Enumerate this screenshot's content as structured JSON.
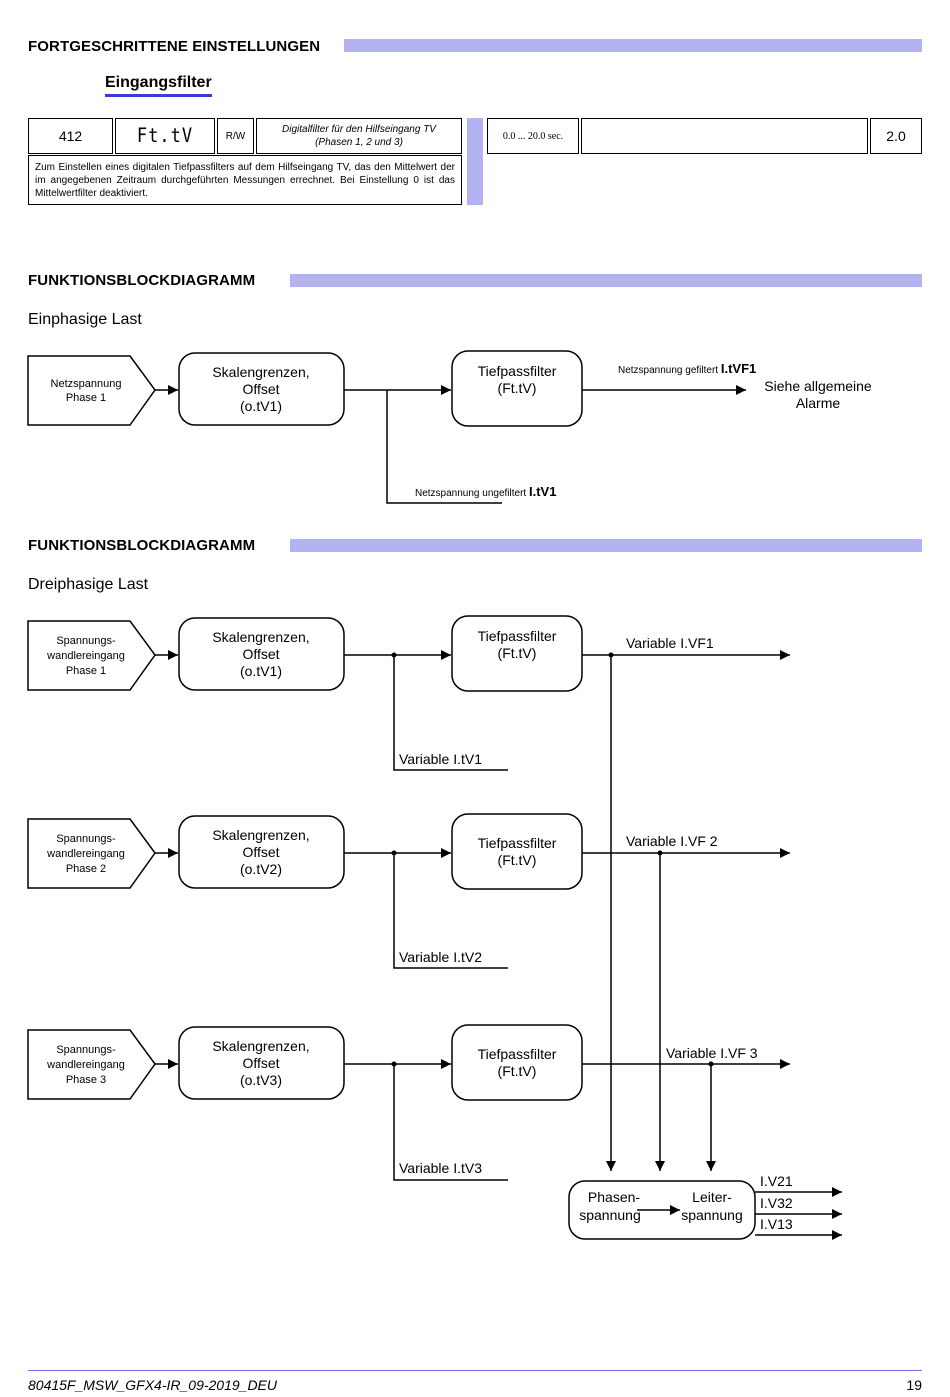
{
  "section1": {
    "title": "FORTGESCHRITTENE EINSTELLUNGEN",
    "subtitle": "Eingangsfilter"
  },
  "param": {
    "number": "412",
    "code": "Ft.tV",
    "access": "R/W",
    "desc_line1": "Digitalfilter für den Hilfseingang TV",
    "desc_line2": "(Phasen 1, 2 und 3)",
    "range": "0.0 ... 20.0 sec.",
    "unit": "",
    "default": "2.0",
    "description": "Zum Einstellen eines digitalen Tiefpassfilters auf dem Hilfseingang TV, das den Mittelwert der im angegebenen Zeitraum durchgeführten Messungen errechnet. Bei Einstellung 0 ist das Mittelwertfilter deaktiviert."
  },
  "diagram1": {
    "title": "FUNKTIONSBLOCKDIAGRAMM",
    "subtitle": "Einphasige Last",
    "input_l1": "Netzspannung",
    "input_l2": "Phase 1",
    "scale_l1": "Skalengrenzen,",
    "scale_l2": "Offset",
    "scale_l3": "(o.tV1)",
    "filter_l1": "Tiefpassfilter",
    "filter_l2": "(Ft.tV)",
    "filtered_prefix": "Netzspannung gefiltert ",
    "filtered_var": "I.tVF1",
    "alarm_l1": "Siehe allgemeine",
    "alarm_l2": "Alarme",
    "unfiltered_prefix": "Netzspannung ungefiltert ",
    "unfiltered_var": "I.tV1"
  },
  "diagram2": {
    "title": "FUNKTIONSBLOCKDIAGRAMM",
    "subtitle": "Dreiphasige Last",
    "input_l1": "Spannungs-",
    "input_l2": "wandlereingang",
    "phase1": "Phase 1",
    "phase2": "Phase 2",
    "phase3": "Phase 3",
    "scale_l1": "Skalengrenzen,",
    "scale_l2": "Offset",
    "offset1": "(o.tV1)",
    "offset2": "(o.tV2)",
    "offset3": "(o.tV3)",
    "filter_l1": "Tiefpassfilter",
    "filter_l2": "(Ft.tV)",
    "vf1": "Variable  I.VF1",
    "vf2": "Variable  I.VF 2",
    "vf3": "Variable  I.VF 3",
    "tv1": "Variable I.tV1",
    "tv2": "Variable I.tV2",
    "tv3": "Variable I.tV3",
    "conv_left_l1": "Phasen-",
    "conv_left_l2": "spannung",
    "conv_right_l1": "Leiter-",
    "conv_right_l2": "spannung",
    "out1": "I.V21",
    "out2": "I.V32",
    "out3": "I.V13"
  },
  "footer": {
    "doc_id": "80415F_MSW_GFX4-IR_09-2019_DEU",
    "page": "19"
  },
  "colors": {
    "section_bar": "#b3b3f2",
    "footer_line": "#7070d8",
    "subtitle_underline": "#3b3bd6"
  }
}
